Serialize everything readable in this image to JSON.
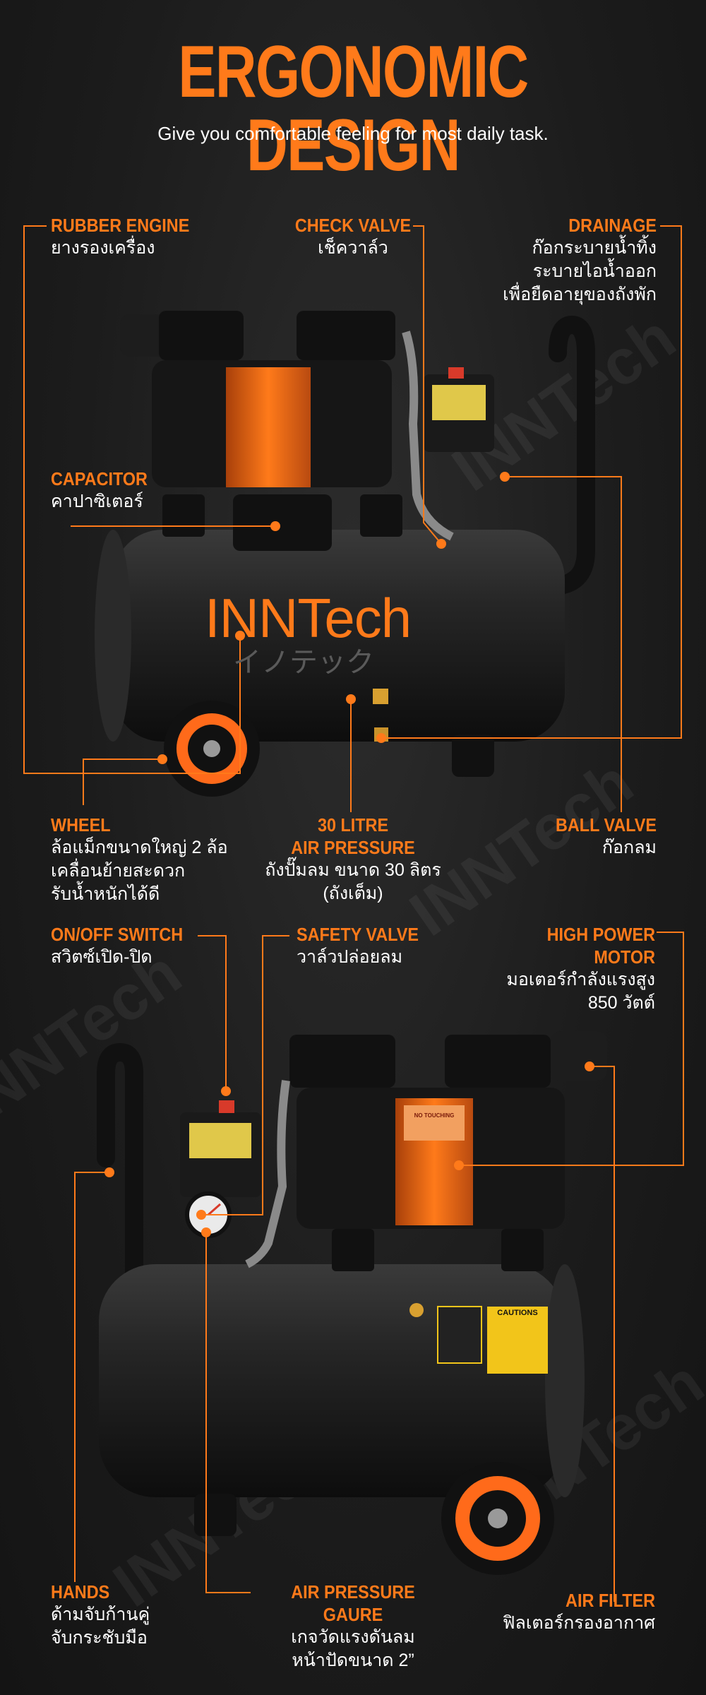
{
  "header": {
    "title": "ERGONOMIC DESIGN",
    "subtitle": "Give you comfortable feeling for most daily task."
  },
  "brand": {
    "logo_text": "INNTech",
    "katakana": "イノテック"
  },
  "colors": {
    "accent": "#ff7a1a",
    "background": "#1b1b1b",
    "text": "#ffffff"
  },
  "product_top": {
    "rubber_engine": {
      "title": "RUBBER ENGINE",
      "desc": [
        "ยางรองเครื่อง"
      ]
    },
    "check_valve": {
      "title": "CHECK VALVE",
      "desc": [
        "เช็ควาล์ว"
      ]
    },
    "drainage": {
      "title": "DRAINAGE",
      "desc": [
        "ก๊อกระบายน้ำทิ้ง",
        "ระบายไอน้ำออก",
        "เพื่อยืดอายุของถังพัก"
      ]
    },
    "capacitor": {
      "title": "CAPACITOR",
      "desc": [
        "คาปาซิเตอร์"
      ]
    },
    "wheel": {
      "title": "WHEEL",
      "desc": [
        "ล้อแม็กขนาดใหญ่ 2 ล้อ",
        "เคลื่อนย้ายสะดวก",
        "รับน้ำหนักได้ดี"
      ]
    },
    "air_pressure": {
      "title": [
        "30 LITRE",
        "AIR PRESSURE"
      ],
      "desc": [
        "ถังปั๊มลม ขนาด 30 ลิตร",
        "(ถังเต็ม)"
      ]
    },
    "ball_valve": {
      "title": "BALL VALVE",
      "desc": [
        "ก๊อกลม"
      ]
    }
  },
  "product_bottom": {
    "switch": {
      "title": "ON/OFF SWITCH",
      "desc": [
        "สวิตซ์เปิด-ปิด"
      ]
    },
    "safety_valve": {
      "title": "SAFETY VALVE",
      "desc": [
        "วาล์วปล่อยลม"
      ]
    },
    "motor": {
      "title": [
        "HIGH POWER",
        "MOTOR"
      ],
      "desc": [
        "มอเตอร์กำลังแรงสูง",
        "850 วัตต์"
      ]
    },
    "hands": {
      "title": "HANDS",
      "desc": [
        "ด้ามจับก้านคู่",
        "จับกระชับมือ"
      ]
    },
    "gauge": {
      "title": "AIR PRESSURE GAURE",
      "desc": [
        "เกจวัดแรงดันลม",
        "หน้าปัดขนาด 2”"
      ]
    },
    "air_filter": {
      "title": "AIR FILTER",
      "desc": [
        "ฟิลเตอร์กรองอากาศ"
      ]
    },
    "decals": {
      "no_touching": "NO TOUCHING",
      "cautions": "CAUTIONS"
    }
  }
}
